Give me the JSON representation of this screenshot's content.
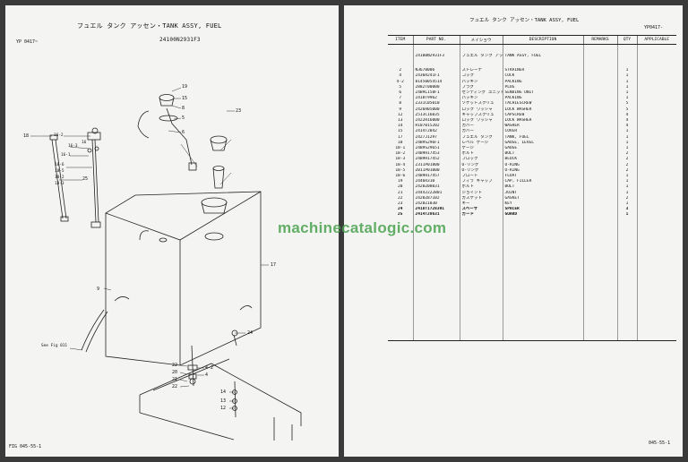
{
  "left_page": {
    "title": "フュエル タンク アッセン・TANK ASSY, FUEL",
    "model_range": "YP 0417~",
    "part_number": "24100N2931F3",
    "see_fig": "See Fig 011",
    "footer": "FIG 045-55-1",
    "callouts": [
      "19",
      "15",
      "8",
      "5",
      "6",
      "23",
      "16-2",
      "16-3",
      "16-1",
      "16",
      "18-6",
      "18-5",
      "18-2",
      "18-3",
      "18",
      "18-1",
      "25",
      "17",
      "9",
      "24",
      "22",
      "20",
      "21",
      "22",
      "4-2",
      "4",
      "14",
      "13",
      "12"
    ]
  },
  "right_page": {
    "title": "フュエル タンク アッセン・TANK ASSY, FUEL",
    "model_code": "YP0417-",
    "footer": "045-55-1",
    "headers": [
      "ITEM",
      "PART NO.",
      "メイショウ",
      "DESCRIPTION",
      "REMARKS",
      "QTY",
      "APPLICABLE"
    ],
    "assembly_row": {
      "part_no": "24100N2931F3",
      "name_jp": "フュエル タンク アッセン",
      "description": "TANK ASSY, FUEL"
    },
    "rows": [
      {
        "item": "2",
        "part_no": "N3670006",
        "name_jp": "ストレーナ",
        "description": "STRAINER",
        "qty": "1"
      },
      {
        "item": "4",
        "part_no": "2436R241F1",
        "name_jp": "コック",
        "description": "COCK",
        "qty": "1"
      },
      {
        "item": "4-2",
        "part_no": "81450054514",
        "name_jp": "パッキン",
        "description": "PACKING",
        "qty": "1"
      },
      {
        "item": "5",
        "part_no": "2882T00000",
        "name_jp": "プラグ",
        "description": "PLUG",
        "qty": "1"
      },
      {
        "item": "6",
        "part_no": "24B9L158F1",
        "name_jp": "センディング ユニット",
        "description": "SENDING UNIT",
        "qty": "1"
      },
      {
        "item": "7",
        "part_no": "2418T9962",
        "name_jp": "パッキン",
        "description": "PACKING",
        "qty": "1"
      },
      {
        "item": "8",
        "part_no": "Z331C05010",
        "name_jp": "ソケットスクリュ",
        "description": "TACHIESCREW",
        "qty": "5"
      },
      {
        "item": "9",
        "part_no": "2426H05000",
        "name_jp": "ロック ワッシャ",
        "description": "LOCK WASHER",
        "qty": "5"
      },
      {
        "item": "12",
        "part_no": "Z513C16035",
        "name_jp": "キャップスクリュ",
        "description": "CAPSCREW",
        "qty": "4"
      },
      {
        "item": "13",
        "part_no": "2422H16000",
        "name_jp": "ロック ワッシャ",
        "description": "LOCK WASHER",
        "qty": "4"
      },
      {
        "item": "14",
        "part_no": "R107015202",
        "name_jp": "カバー",
        "description": "WASHER",
        "qty": "4"
      },
      {
        "item": "15",
        "part_no": "2414T2042",
        "name_jp": "カバー",
        "description": "COVER",
        "qty": "1"
      },
      {
        "item": "17",
        "part_no": "2427J1297",
        "name_jp": "フュエル タンク",
        "description": "TANK, FUEL",
        "qty": "1"
      },
      {
        "item": "18",
        "part_no": "24B9S296F1",
        "name_jp": "レベル ゲージ",
        "description": "GAUGE, LEVEL",
        "qty": "1"
      },
      {
        "item": "18-1",
        "part_no": "24B9S29651",
        "name_jp": "ゲージ",
        "description": "GAUGE",
        "qty": "1"
      },
      {
        "item": "18-2",
        "part_no": "24B9H17453",
        "name_jp": "ボルト",
        "description": "BOLT",
        "qty": "2"
      },
      {
        "item": "18-3",
        "part_no": "24B9H17452",
        "name_jp": "ブロック",
        "description": "BLOCK",
        "qty": "2"
      },
      {
        "item": "18-4",
        "part_no": "Z311P01800",
        "name_jp": "O-リング",
        "description": "O-RING",
        "qty": "2"
      },
      {
        "item": "18-5",
        "part_no": "Z011P01000",
        "name_jp": "O-リング",
        "description": "O-RING",
        "qty": "2"
      },
      {
        "item": "18-6",
        "part_no": "24B9H17457",
        "name_jp": "フロート",
        "description": "FLOAT",
        "qty": "1"
      },
      {
        "item": "19",
        "part_no": "2446R310",
        "name_jp": "フィラ キャップ",
        "description": "CAP, FILLER",
        "qty": "1"
      },
      {
        "item": "20",
        "part_no": "2420Z08031",
        "name_jp": "ボルト",
        "description": "BOLT",
        "qty": "1"
      },
      {
        "item": "21",
        "part_no": "24442222B01",
        "name_jp": "ジョイント",
        "description": "JOINT",
        "qty": "1"
      },
      {
        "item": "22",
        "part_no": "2420Z87102",
        "name_jp": "ガスケット",
        "description": "GASKET",
        "qty": "2"
      },
      {
        "item": "23",
        "part_no": "2420Z1030",
        "name_jp": "キー",
        "description": "KEY",
        "qty": "1"
      },
      {
        "item": "24",
        "part_no": "2418T1728391",
        "name_jp": "スペーサ",
        "description": "SPACER",
        "qty": "3"
      },
      {
        "item": "25",
        "part_no": "2414T28631",
        "name_jp": "ガード",
        "description": "GUARD",
        "qty": "1"
      }
    ]
  },
  "watermark": "machinecatalogic.com",
  "colors": {
    "watermark": "#49a24f",
    "page": "#f4f4f2",
    "background": "#3a3a3a"
  }
}
